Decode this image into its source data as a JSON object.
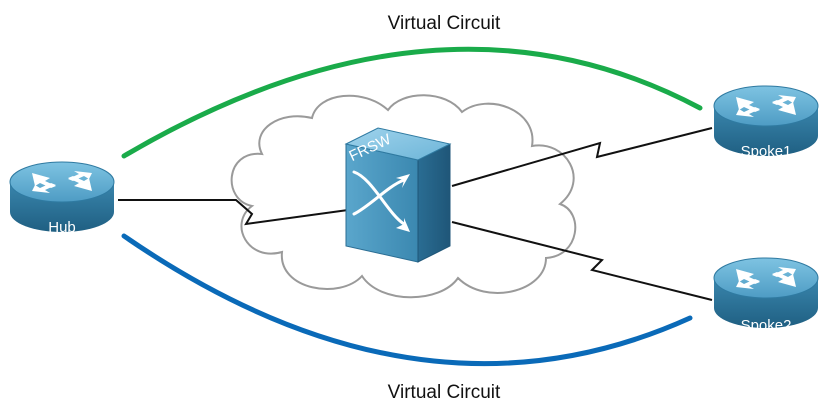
{
  "diagram": {
    "top_circuit_label": "Virtual Circuit",
    "bottom_circuit_label": "Virtual Circuit",
    "switch_label": "FRSW",
    "devices": {
      "hub": "Hub",
      "spoke1": "Spoke1",
      "spoke2": "Spoke2"
    },
    "colors": {
      "top_circuit": "#1aab4a",
      "bottom_circuit": "#0a6ab8",
      "router": "#3d8fb5",
      "cloud_outline": "#9a9a9a",
      "link": "#111111"
    },
    "icons": {
      "router": "router-icon",
      "switch": "frame-relay-switch-icon",
      "cloud": "cloud-icon"
    }
  }
}
